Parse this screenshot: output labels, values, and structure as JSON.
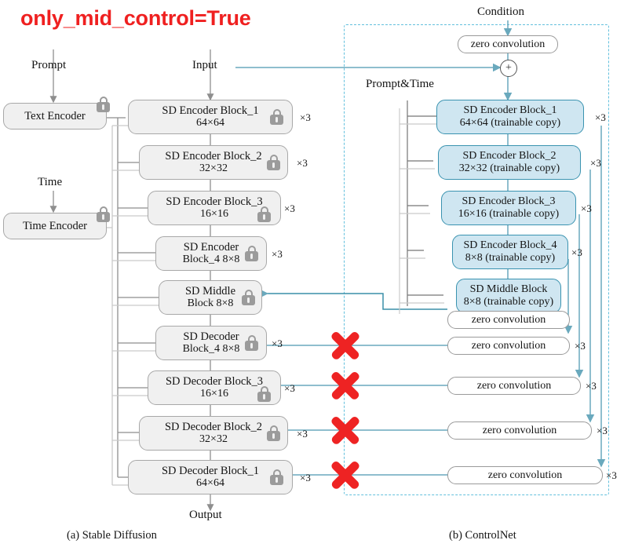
{
  "title": "only_mid_control=True",
  "colors": {
    "title_red": "#ef2020",
    "sd_fill": "#f0f0f0",
    "sd_border": "#a8a8a8",
    "cn_fill": "#cfe6f1",
    "cn_border": "#3a93b0",
    "teal_wire": "#6aa9bd",
    "dashed_frame": "#63c0dd",
    "x_red": "#ee2323",
    "lock_gray": "#9b9b9b"
  },
  "left_panel": {
    "caption": "(a) Stable Diffusion",
    "labels": {
      "prompt": "Prompt",
      "time": "Time",
      "input": "Input",
      "output": "Output"
    },
    "encoders": [
      {
        "title": "Text Encoder",
        "sub": "",
        "locked": true
      },
      {
        "title": "Time Encoder",
        "sub": "",
        "locked": true
      }
    ],
    "blocks": [
      {
        "title": "SD Encoder Block_1",
        "sub": "64×64",
        "rep": "×3",
        "locked": true
      },
      {
        "title": "SD Encoder Block_2",
        "sub": "32×32",
        "rep": "×3",
        "locked": true
      },
      {
        "title": "SD Encoder Block_3",
        "sub": "16×16",
        "rep": "×3",
        "locked": true
      },
      {
        "title": "SD Encoder",
        "sub": "Block_4 8×8",
        "rep": "×3",
        "locked": true
      },
      {
        "title": "SD Middle",
        "sub": "Block 8×8",
        "rep": "",
        "locked": true
      },
      {
        "title": "SD Decoder",
        "sub": "Block_4 8×8",
        "rep": "×3",
        "locked": true
      },
      {
        "title": "SD Decoder Block_3",
        "sub": "16×16",
        "rep": "×3",
        "locked": true
      },
      {
        "title": "SD Decoder Block_2",
        "sub": "32×32",
        "rep": "×3",
        "locked": true
      },
      {
        "title": "SD Decoder Block_1",
        "sub": "64×64",
        "rep": "×3",
        "locked": true
      }
    ]
  },
  "right_panel": {
    "caption": "(b) ControlNet",
    "labels": {
      "condition": "Condition",
      "prompt_time": "Prompt&Time",
      "plus": "+"
    },
    "top_zero_conv": {
      "title": "zero convolution"
    },
    "blocks": [
      {
        "title": "SD Encoder Block_1",
        "sub": "64×64 (trainable copy)",
        "rep": "×3"
      },
      {
        "title": "SD Encoder Block_2",
        "sub": "32×32 (trainable copy)",
        "rep": "×3"
      },
      {
        "title": "SD Encoder Block_3",
        "sub": "16×16 (trainable copy)",
        "rep": "×3"
      },
      {
        "title": "SD Encoder Block_4",
        "sub": "8×8 (trainable copy)",
        "rep": "×3"
      },
      {
        "title": "SD Middle Block",
        "sub": "8×8 (trainable copy)",
        "rep": ""
      }
    ],
    "middle_zero_conv": {
      "title": "zero convolution"
    },
    "zero_convs": [
      {
        "title": "zero convolution",
        "rep": "×3",
        "disabled": true
      },
      {
        "title": "zero convolution",
        "rep": "×3",
        "disabled": true
      },
      {
        "title": "zero convolution",
        "rep": "×3",
        "disabled": true
      },
      {
        "title": "zero convolution",
        "rep": "×3",
        "disabled": true
      }
    ]
  }
}
